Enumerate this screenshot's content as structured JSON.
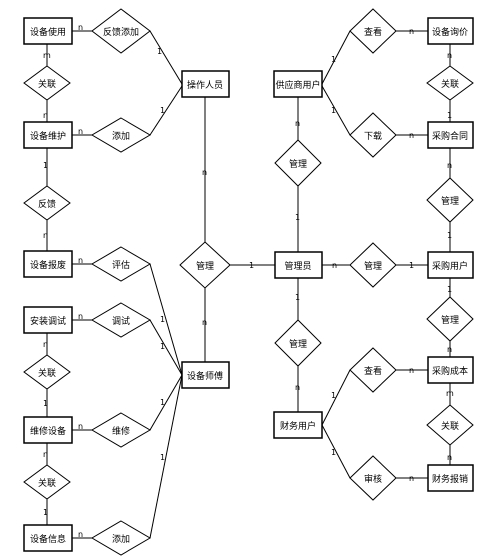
{
  "entities": {
    "sbsy": "设备使用",
    "sbwh": "设备维护",
    "sbbf": "设备报废",
    "azts": "安装调试",
    "wxsb": "维修设备",
    "sbxx": "设备信息",
    "czry": "操作人员",
    "sbsf": "设备师傅",
    "glyuan": "管理员",
    "gysyh": "供应商用户",
    "cwyh": "财务用户",
    "sbxj": "设备询价",
    "cght": "采购合同",
    "cgyh": "采购用户",
    "cgcb": "采购成本",
    "cwbx": "财务报销"
  },
  "relationships": {
    "fkth": "反馈添加",
    "gl1": "关联",
    "tj1": "添加",
    "fk": "反馈",
    "pg": "评估",
    "ts": "调试",
    "gl2": "关联",
    "wx": "维修",
    "gl3": "关联",
    "tj2": "添加",
    "gli1": "管理",
    "gli2": "管理",
    "gli3": "管理",
    "gli4": "管理",
    "cx1": "查看",
    "xd": "下载",
    "gli5": "管理",
    "gli6": "管理",
    "gl4": "关联",
    "cx2": "查看",
    "sh": "审核",
    "gl5": "关联"
  },
  "cardinality": {
    "one": "1",
    "many": "n",
    "m": "m"
  }
}
